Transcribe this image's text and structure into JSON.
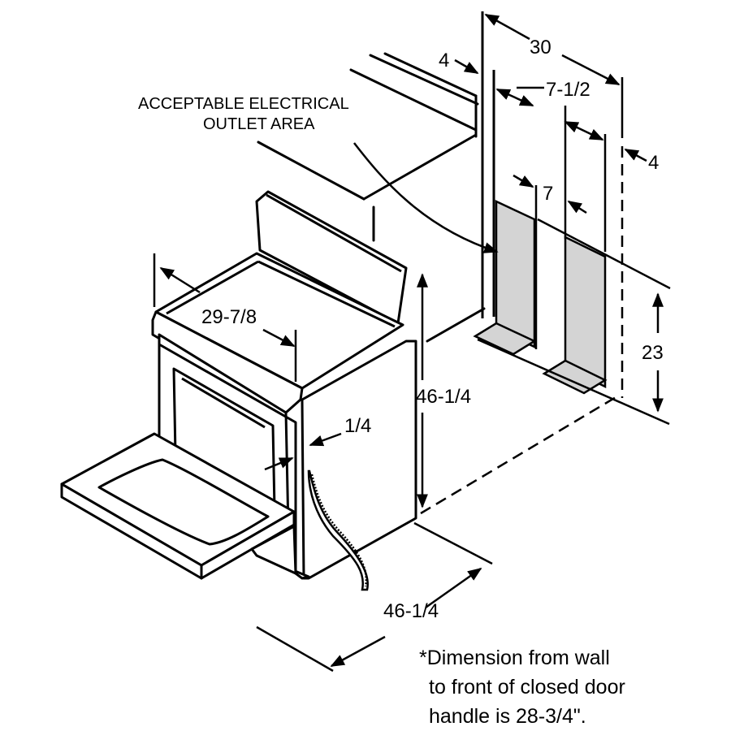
{
  "labels": {
    "outlet_line1": "ACCEPTABLE ELECTRICAL",
    "outlet_line2": "OUTLET AREA"
  },
  "dimensions": {
    "top_offset": "4",
    "overall_width": "30",
    "upper_spacing": "7-1/2",
    "right_offset": "4",
    "lower_spacing": "7",
    "outlet_height": "23",
    "cooktop_width": "29-7/8",
    "range_height": "46-1/4",
    "door_gap": "1/4",
    "depth_open_door": "46-1/4"
  },
  "note": {
    "line1": "*Dimension from wall",
    "line2": "to front of closed door",
    "line3": "handle is 28-3/4\"."
  },
  "colors": {
    "line": "#000000",
    "outlet_fill": "#d4d4d4",
    "background": "#ffffff"
  }
}
